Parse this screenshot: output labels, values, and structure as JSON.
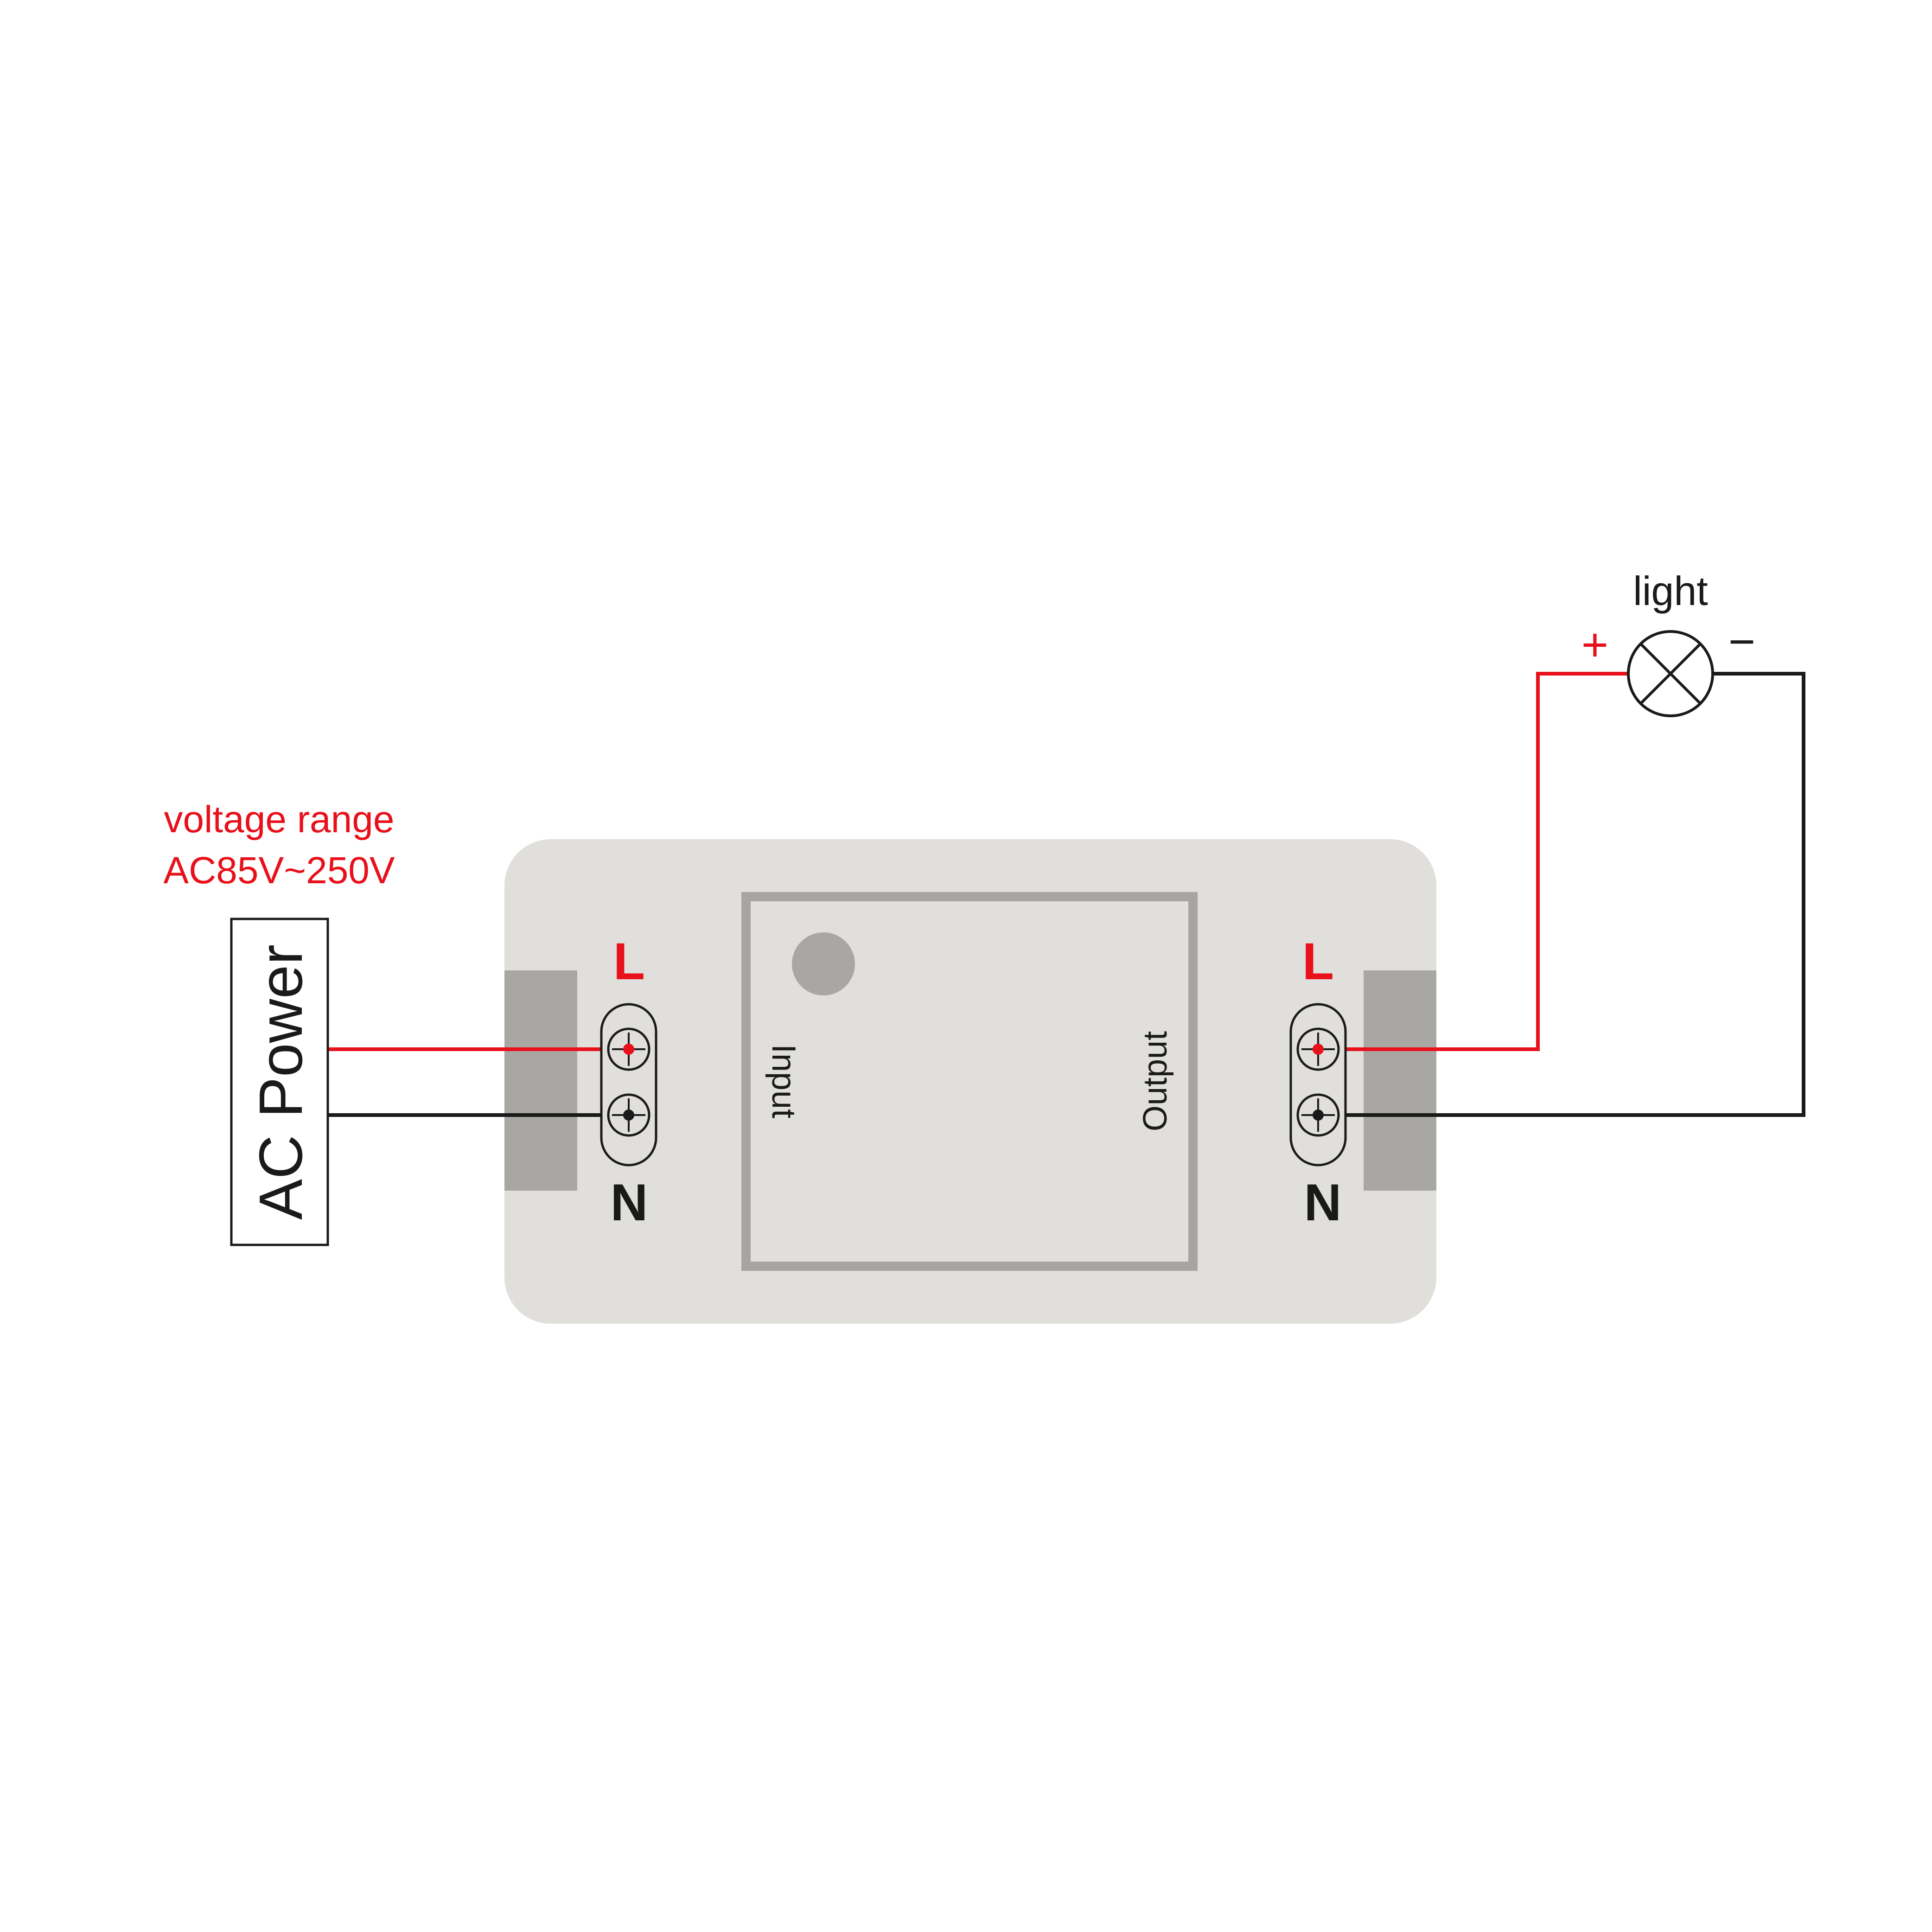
{
  "power_source": {
    "label": "AC Power",
    "voltage_title": "voltage range",
    "voltage_value": "AC85V~250V"
  },
  "module": {
    "input_label": "Input",
    "output_label": "Output",
    "input_terminals": {
      "line_label": "L",
      "neutral_label": "N"
    },
    "output_terminals": {
      "line_label": "L",
      "neutral_label": "N"
    }
  },
  "load": {
    "label": "light",
    "plus_label": "+",
    "minus_label": "−"
  },
  "colors": {
    "line_wire": "#e8101a",
    "neutral_wire": "#1a1a1a",
    "module_body": "#e0dfdb",
    "terminal_block": "#a8a7a3",
    "inner_frame": "#a6a5a1",
    "indicator": "#a8a7a3"
  }
}
